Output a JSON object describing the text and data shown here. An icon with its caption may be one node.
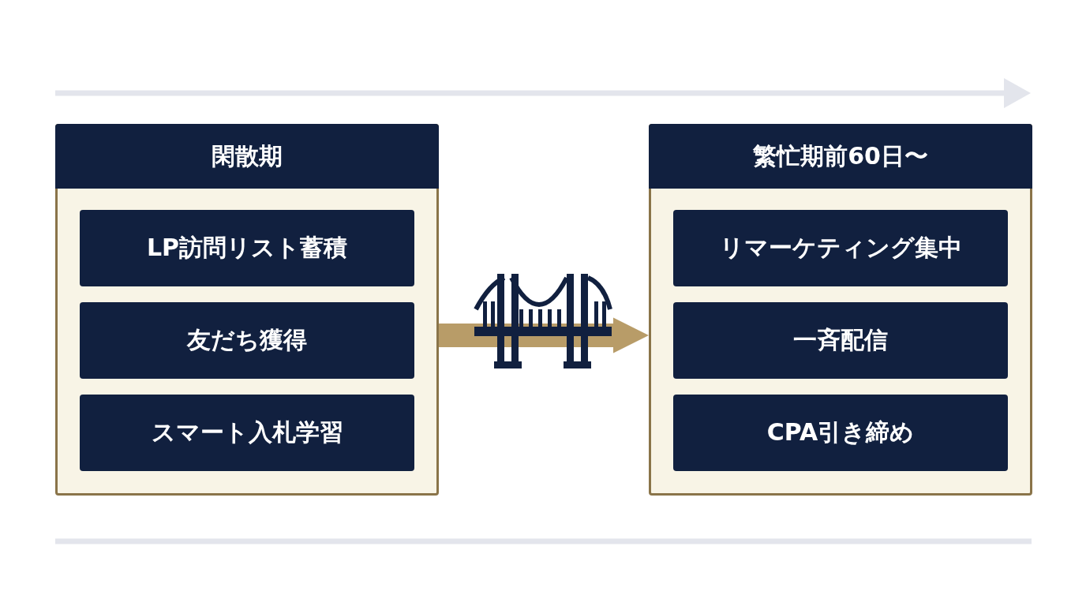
{
  "diagram": {
    "nodes": [
      {
        "text": [
          "閑散期"
        ]
      },
      {
        "text": [
          "LP訪問リスト蓄積"
        ],
        "in": 0
      },
      {
        "text": [
          "友だち獲得"
        ],
        "in": 0
      },
      {
        "text": [
          "スマート入札学習"
        ],
        "in": 0
      },
      {
        "text": [
          "繁忙期前60日〜"
        ]
      },
      {
        "text": [
          "リマーケティング集中"
        ],
        "in": 4
      },
      {
        "text": [
          "一斉配信"
        ],
        "in": 4
      },
      {
        "text": [
          "CPA引き締め"
        ],
        "in": 4
      }
    ],
    "edges": [
      {
        "from": 0,
        "to": 4,
        "arrow": "to"
      }
    ]
  }
}
